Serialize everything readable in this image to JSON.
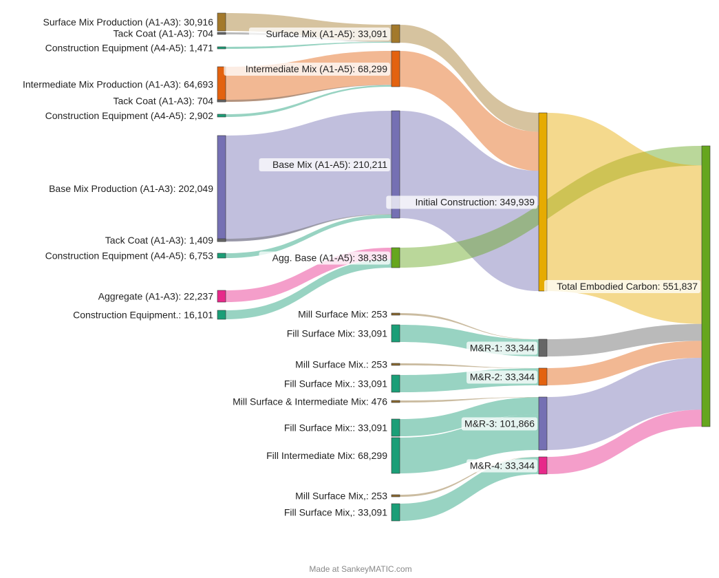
{
  "chart_data": {
    "type": "sankey",
    "footer": "Made at SankeyMATIC.com",
    "nodes": [
      {
        "id": "smp",
        "label": "Surface Mix Production (A1-A3)",
        "value": "30,916",
        "color": "#a3792b"
      },
      {
        "id": "tc1",
        "label": "Tack Coat (A1-A3)",
        "value": "704",
        "color": "#666666"
      },
      {
        "id": "ce1",
        "label": "Construction Equipment (A4-A5)",
        "value": "1,471",
        "color": "#1b9e77"
      },
      {
        "id": "imp",
        "label": "Intermediate Mix Production (A1-A3)",
        "value": "64,693",
        "color": "#e3620f"
      },
      {
        "id": "tc2",
        "label": "Tack Coat (A1-A3)",
        "value": "704",
        "color": "#666666"
      },
      {
        "id": "ce2",
        "label": "Construction Equipment (A4-A5)",
        "value": "2,902",
        "color": "#1b9e77"
      },
      {
        "id": "bmp",
        "label": "Base Mix Production (A1-A3)",
        "value": "202,049",
        "color": "#7570b3"
      },
      {
        "id": "tc3",
        "label": "Tack Coat (A1-A3)",
        "value": "1,409",
        "color": "#666666"
      },
      {
        "id": "ce3",
        "label": "Construction Equipment (A4-A5)",
        "value": "6,753",
        "color": "#1b9e77"
      },
      {
        "id": "agg",
        "label": "Aggregate (A1-A3)",
        "value": "22,237",
        "color": "#e7298a"
      },
      {
        "id": "ce4",
        "label": "Construction Equipment.",
        "value": "16,101",
        "color": "#1b9e77"
      },
      {
        "id": "sm",
        "label": "Surface Mix (A1-A5)",
        "value": "33,091",
        "color": "#a3792b"
      },
      {
        "id": "im",
        "label": "Intermediate Mix (A1-A5)",
        "value": "68,299",
        "color": "#e3620f"
      },
      {
        "id": "bm",
        "label": "Base Mix (A1-A5)",
        "value": "210,211",
        "color": "#7570b3"
      },
      {
        "id": "ab",
        "label": "Agg. Base (A1-A5)",
        "value": "38,338",
        "color": "#66a61e"
      },
      {
        "id": "ms1",
        "label": "Mill Surface Mix",
        "value": "253",
        "color": "#8c6a2f"
      },
      {
        "id": "fs1",
        "label": "Fill Surface Mix",
        "value": "33,091",
        "color": "#1b9e77"
      },
      {
        "id": "ms2",
        "label": "Mill Surface Mix.",
        "value": "253",
        "color": "#8c6a2f"
      },
      {
        "id": "fs2",
        "label": "Fill Surface Mix.",
        "value": "33,091",
        "color": "#1b9e77"
      },
      {
        "id": "msi",
        "label": "Mill Surface & Intermediate Mix",
        "value": "476",
        "color": "#8c6a2f"
      },
      {
        "id": "fs3",
        "label": "Fill Surface Mix:",
        "value": "33,091",
        "color": "#1b9e77"
      },
      {
        "id": "fim",
        "label": "Fill Intermediate Mix",
        "value": "68,299",
        "color": "#1b9e77"
      },
      {
        "id": "ms4",
        "label": "Mill Surface Mix,",
        "value": "253",
        "color": "#8c6a2f"
      },
      {
        "id": "fs4",
        "label": "Fill Surface Mix,",
        "value": "33,091",
        "color": "#1b9e77"
      },
      {
        "id": "ic",
        "label": "Initial Construction",
        "value": "349,939",
        "color": "#e6ab02"
      },
      {
        "id": "mr1",
        "label": "M&R-1",
        "value": "33,344",
        "color": "#666666"
      },
      {
        "id": "mr2",
        "label": "M&R-2",
        "value": "33,344",
        "color": "#e3620f"
      },
      {
        "id": "mr3",
        "label": "M&R-3",
        "value": "101,866",
        "color": "#7570b3"
      },
      {
        "id": "mr4",
        "label": "M&R-4",
        "value": "33,344",
        "color": "#e7298a"
      },
      {
        "id": "tec",
        "label": "Total Embodied Carbon",
        "value": "551,837",
        "color": "#66a61e"
      }
    ],
    "flows": [
      {
        "from": "smp",
        "to": "sm",
        "value": 30916
      },
      {
        "from": "tc1",
        "to": "sm",
        "value": 704
      },
      {
        "from": "ce1",
        "to": "sm",
        "value": 1471
      },
      {
        "from": "imp",
        "to": "im",
        "value": 64693
      },
      {
        "from": "tc2",
        "to": "im",
        "value": 704
      },
      {
        "from": "ce2",
        "to": "im",
        "value": 2902
      },
      {
        "from": "bmp",
        "to": "bm",
        "value": 202049
      },
      {
        "from": "tc3",
        "to": "bm",
        "value": 1409
      },
      {
        "from": "ce3",
        "to": "bm",
        "value": 6753
      },
      {
        "from": "agg",
        "to": "ab",
        "value": 22237
      },
      {
        "from": "ce4",
        "to": "ab",
        "value": 16101
      },
      {
        "from": "sm",
        "to": "ic",
        "value": 33091
      },
      {
        "from": "im",
        "to": "ic",
        "value": 68299
      },
      {
        "from": "bm",
        "to": "ic",
        "value": 210211
      },
      {
        "from": "ab",
        "to": "tec",
        "value": 38338
      },
      {
        "from": "ms1",
        "to": "mr1",
        "value": 253
      },
      {
        "from": "fs1",
        "to": "mr1",
        "value": 33091
      },
      {
        "from": "ms2",
        "to": "mr2",
        "value": 253
      },
      {
        "from": "fs2",
        "to": "mr2",
        "value": 33091
      },
      {
        "from": "msi",
        "to": "mr3",
        "value": 476
      },
      {
        "from": "fs3",
        "to": "mr3",
        "value": 33091
      },
      {
        "from": "fim",
        "to": "mr3",
        "value": 68299
      },
      {
        "from": "ms4",
        "to": "mr4",
        "value": 253
      },
      {
        "from": "fs4",
        "to": "mr4",
        "value": 33091
      },
      {
        "from": "ic",
        "to": "tec",
        "value": 311601
      },
      {
        "from": "mr1",
        "to": "tec",
        "value": 33344
      },
      {
        "from": "mr2",
        "to": "tec",
        "value": 33344
      },
      {
        "from": "mr3",
        "to": "tec",
        "value": 101866
      },
      {
        "from": "mr4",
        "to": "tec",
        "value": 33344
      }
    ]
  }
}
